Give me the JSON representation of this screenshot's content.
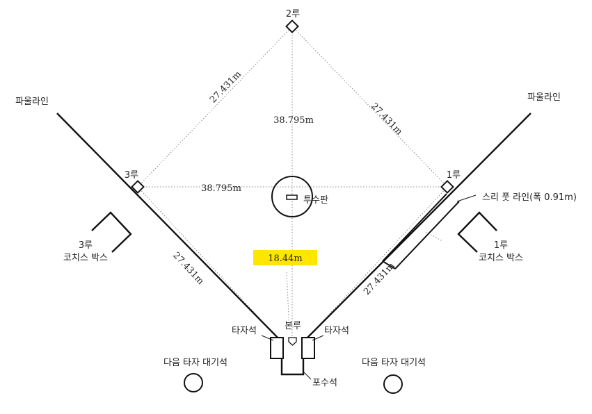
{
  "labels": {
    "second_base": "2루",
    "third_base": "3루",
    "first_base": "1루",
    "home_plate": "본루",
    "foul_line_left": "파울라인",
    "foul_line_right": "파울라인",
    "pitchers_plate": "투수판",
    "three_foot_line": "스리 풋 라인(폭 0.91m)",
    "third_coach_line1": "3루",
    "third_coach_line2": "코치스 박스",
    "first_coach_line1": "1루",
    "first_coach_line2": "코치스 박스",
    "batters_box_left": "타자석",
    "batters_box_right": "타자석",
    "catchers_box": "포수석",
    "on_deck_left": "다음 타자 대기석",
    "on_deck_right": "다음 타자 대기석"
  },
  "measurements": {
    "base_path_3b_2b": "27.431m",
    "base_path_2b_1b": "27.431m",
    "base_path_home_3b": "27.431m",
    "base_path_home_1b": "27.431m",
    "home_to_second": "38.795m",
    "first_to_third": "38.795m",
    "pitching_distance": "18.44m"
  },
  "colors": {
    "highlight": "#FFE600",
    "line": "#111111",
    "dotted": "#8A8A8A"
  }
}
